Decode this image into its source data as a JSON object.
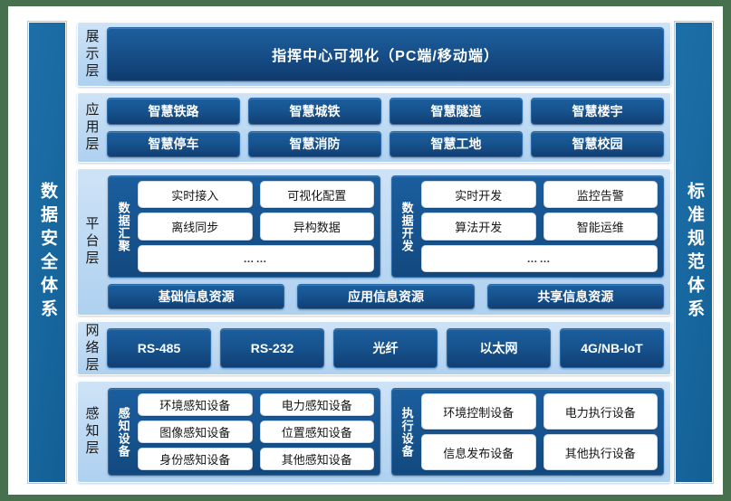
{
  "colors": {
    "page_background": "#47704f",
    "canvas": "#ffffff",
    "pillar_blue": "#1a6aa3",
    "layer_panel_blue": "#bcd9f3",
    "chip_blue": "#17548f",
    "chip_text": "#ffffff",
    "white_chip_text": "#161616"
  },
  "pillars": {
    "left": {
      "label": "数据安全体系"
    },
    "right": {
      "label": "标准规范体系"
    }
  },
  "layers": [
    {
      "id": "display",
      "label": "展示层",
      "banner": "指挥中心可视化（PC端/移动端）"
    },
    {
      "id": "application",
      "label": "应用层",
      "rows": [
        [
          "智慧铁路",
          "智慧城铁",
          "智慧隧道",
          "智慧楼宇"
        ],
        [
          "智慧停车",
          "智慧消防",
          "智慧工地",
          "智慧校园"
        ]
      ]
    },
    {
      "id": "platform",
      "label": "平台层",
      "groups": [
        {
          "label": "数据汇聚",
          "rows": [
            [
              "实时接入",
              "可视化配置"
            ],
            [
              "离线同步",
              "异构数据"
            ]
          ],
          "more": "……"
        },
        {
          "label": "数据开发",
          "rows": [
            [
              "实时开发",
              "监控告警"
            ],
            [
              "算法开发",
              "智能运维"
            ]
          ],
          "more": "……"
        }
      ],
      "resources": [
        "基础信息资源",
        "应用信息资源",
        "共享信息资源"
      ]
    },
    {
      "id": "network",
      "label": "网络层",
      "items": [
        "RS-485",
        "RS-232",
        "光纤",
        "以太网",
        "4G/NB-IoT"
      ]
    },
    {
      "id": "perception",
      "label": "感知层",
      "groups": [
        {
          "label": "感知设备",
          "rows": [
            [
              "环境感知设备",
              "电力感知设备"
            ],
            [
              "图像感知设备",
              "位置感知设备"
            ],
            [
              "身份感知设备",
              "其他感知设备"
            ]
          ]
        },
        {
          "label": "执行设备",
          "rows": [
            [
              "环境控制设备",
              "电力执行设备"
            ],
            [
              "信息发布设备",
              "其他执行设备"
            ]
          ]
        }
      ]
    }
  ]
}
